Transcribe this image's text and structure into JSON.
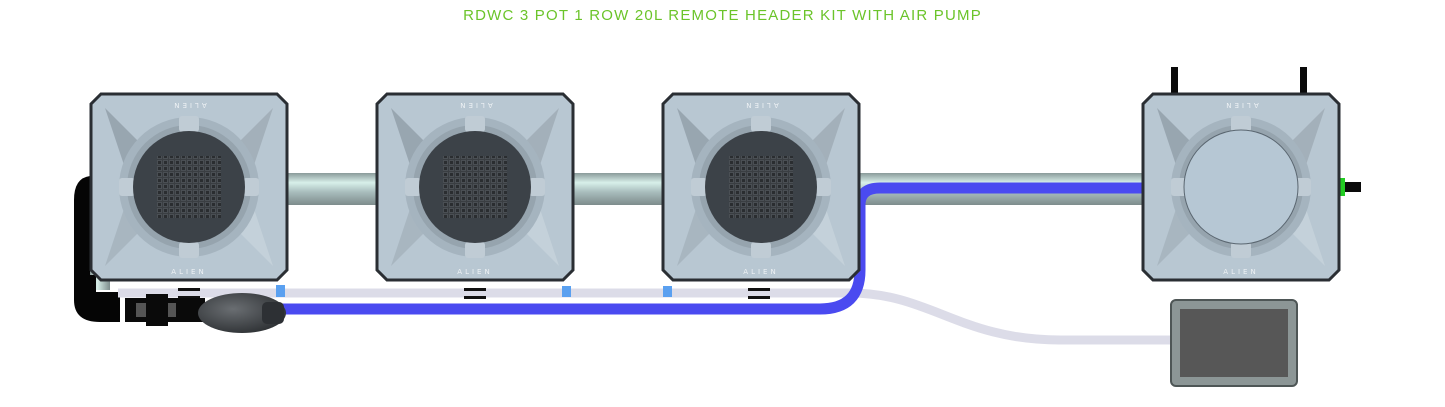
{
  "title": "RDWC 3 POT 1 ROW 20L REMOTE HEADER KIT WITH AIR PUMP",
  "pots": [
    {
      "label": "ALIEN",
      "type": "grow-pot",
      "lid": "net-pot"
    },
    {
      "label": "ALIEN",
      "type": "grow-pot",
      "lid": "net-pot"
    },
    {
      "label": "ALIEN",
      "type": "grow-pot",
      "lid": "net-pot"
    },
    {
      "label": "ALIEN",
      "type": "header-tank",
      "lid": "solid-lid"
    }
  ],
  "components": {
    "air_pump": "air-pump",
    "water_pump": "water-pump",
    "return_line": "return-pipe",
    "feed_line": "feed-line",
    "air_line": "air-line"
  },
  "colors": {
    "title": "#6bc42a",
    "feed_line": "#4a4af0",
    "air_line": "#dcdce8",
    "pot_body": "#b8c7d2",
    "lid_dark": "#3c4248",
    "pipe": "#a9c2c2",
    "connector": "#5aa0f0",
    "pump": "#5a5a5a",
    "valve_green": "#22cc22"
  }
}
